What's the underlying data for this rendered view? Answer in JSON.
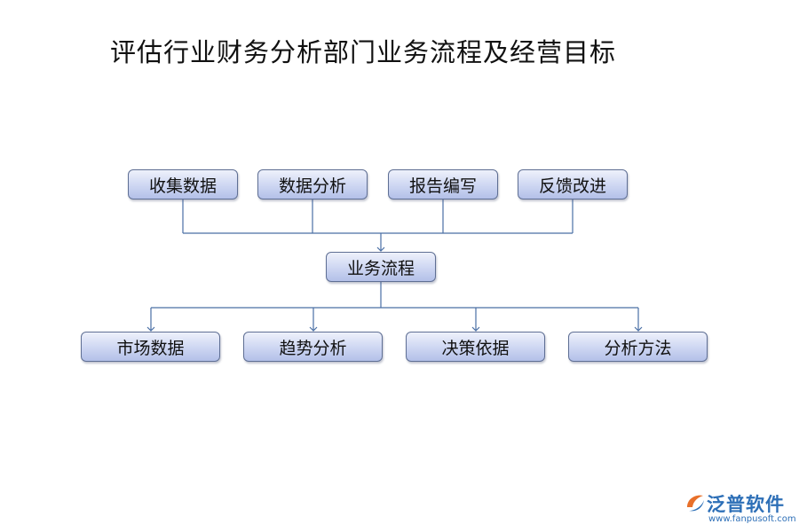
{
  "title": "评估行业财务分析部门业务流程及经营目标",
  "top_nodes": [
    {
      "label": "收集数据"
    },
    {
      "label": "数据分析"
    },
    {
      "label": "报告编写"
    },
    {
      "label": "反馈改进"
    }
  ],
  "center_node": {
    "label": "业务流程"
  },
  "bottom_nodes": [
    {
      "label": "市场数据"
    },
    {
      "label": "趋势分析"
    },
    {
      "label": "决策依据"
    },
    {
      "label": "分析方法"
    }
  ],
  "colors": {
    "connector": "#4a6fa5",
    "node_border": "#5f6f94",
    "logo_blue": "#2d6fb7",
    "logo_orange": "#e8702a"
  },
  "logo": {
    "name": "泛普软件",
    "url": "www.fanpusoft.com",
    "icon": "fanpu-logo-icon"
  }
}
